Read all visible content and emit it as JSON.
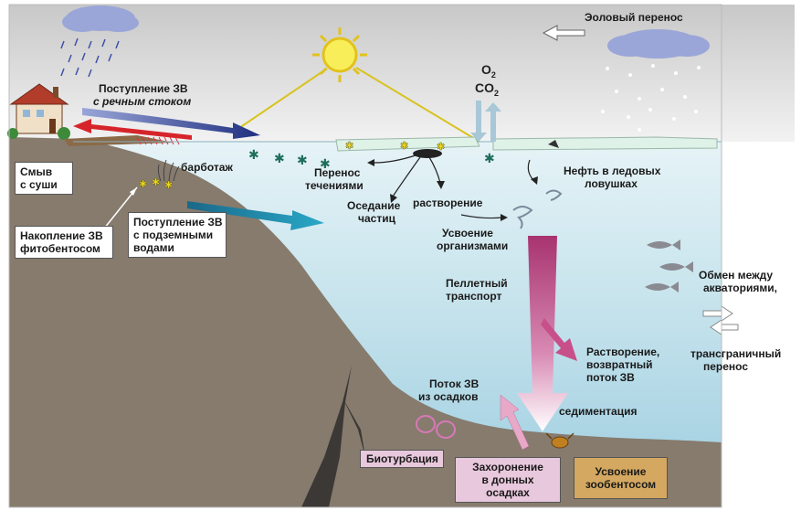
{
  "labels": {
    "eolian": "Эоловый перенос",
    "river_input_1": "Поступление ЗВ",
    "river_input_2": "с речным стоком",
    "o2": "O",
    "o2_sub": "2",
    "co2": "CO",
    "co2_sub": "2",
    "washout_1": "Смыв",
    "washout_2": "с суши",
    "barbotage": "барботаж",
    "current_transport_1": "Перенос",
    "current_transport_2": "течениями",
    "oil_ice_1": "Нефть в ледовых",
    "oil_ice_2": "ловушках",
    "phyto_1": "Накопление ЗВ",
    "phyto_2": "фитобентосом",
    "ground_1": "Поступление ЗВ",
    "ground_2": "с подземными",
    "ground_3": "водами",
    "settling_1": "Оседание",
    "settling_2": "частиц",
    "dissolution": "растворение",
    "uptake_1": "Усвоение",
    "uptake_2": "организмами",
    "exchange_1": "Обмен между",
    "exchange_2": "акваториями,",
    "pellet_1": "Пеллетный",
    "pellet_2": "транспорт",
    "redissolution_1": "Растворение,",
    "redissolution_2": "возвратный",
    "redissolution_3": "поток ЗВ",
    "transboundary_1": "трансграничный",
    "transboundary_2": "перенос",
    "sediment_flux_1": "Поток ЗВ",
    "sediment_flux_2": "из осадков",
    "sedimentation": "седиментация",
    "bioturbation": "Биотурбация",
    "burial_1": "Захоронение",
    "burial_2": "в донных",
    "burial_3": "осадках",
    "zoobenthos_1": "Усвоение",
    "zoobenthos_2": "зообентосом"
  },
  "colors": {
    "sky": "#d4d4d4",
    "water": "#bfe0ea",
    "water_deep": "#8fc6d8",
    "ground": "#857a6c",
    "ground_dark": "#5a5550",
    "sun": "#f5e83a",
    "river_arrow": "#2a3d8c",
    "red_arrow": "#d6252a",
    "ground_arrow": "#1d7a9a",
    "pellet": "#b03878",
    "ice": "#dff2e8",
    "box_pink": "#e8c8dc",
    "box_tan": "#d4a860"
  },
  "icons": [
    "sun-icon",
    "rain-cloud-icon",
    "snow-cloud-icon",
    "house-icon",
    "fish-icon",
    "crab-icon",
    "organism-icon"
  ]
}
